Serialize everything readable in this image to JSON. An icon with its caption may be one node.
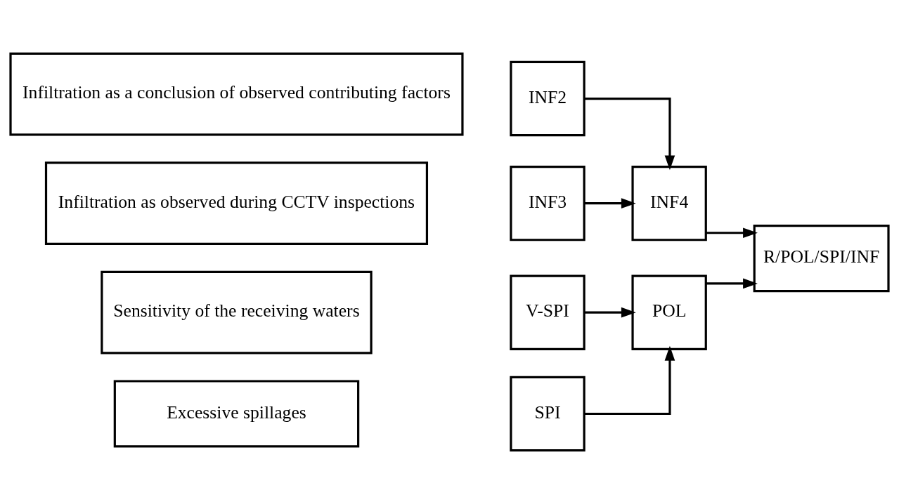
{
  "diagram": {
    "nodes": [
      {
        "text": [
          "Infiltration as a conclusion of observed contributing factors"
        ]
      },
      {
        "text": [
          "INF2"
        ]
      },
      {
        "text": [
          "Infiltration as observed during CCTV inspections"
        ]
      },
      {
        "text": [
          "INF3"
        ]
      },
      {
        "text": [
          "INF4"
        ]
      },
      {
        "text": [
          "R/POL/SPI/INF"
        ]
      },
      {
        "text": [
          "Excessive spillages"
        ]
      },
      {
        "text": [
          "SPI"
        ]
      },
      {
        "text": [
          "Sensitivity of the receiving waters"
        ]
      },
      {
        "text": [
          "V-SPI"
        ]
      },
      {
        "text": [
          "POL"
        ]
      }
    ],
    "edges": [
      {
        "from": 1,
        "to": 4,
        "arrow": "to"
      },
      {
        "from": 3,
        "to": 4,
        "arrow": "to"
      },
      {
        "from": 7,
        "to": 10,
        "arrow": "to"
      },
      {
        "from": 9,
        "to": 10,
        "arrow": "to"
      },
      {
        "from": 4,
        "to": 5,
        "arrow": "to"
      },
      {
        "from": 10,
        "to": 5,
        "arrow": "to"
      }
    ]
  }
}
